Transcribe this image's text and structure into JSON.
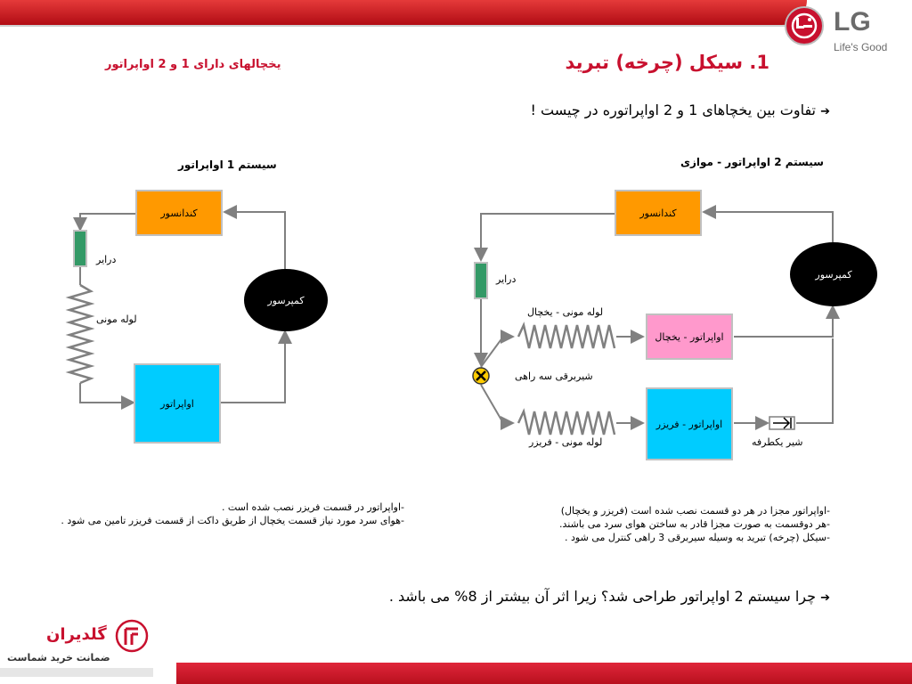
{
  "brand": {
    "name": "LG",
    "tagline": "Life's Good",
    "logo_color": "#c8102e"
  },
  "header": {
    "title": "1.  سیکل (چرخه) تبرید",
    "subtitle": "یخچالهای دارای 1 و 2 اواپراتور"
  },
  "question_top": {
    "bullet": "➔",
    "text": "تفاوت بین یخچاهای 1 و 2 اواپراتوره در چیست !"
  },
  "system1": {
    "title": "سیستم 1 اواپراتور",
    "condenser": "کندانسور",
    "dryer": "درایر",
    "capillary": "لوله مونی",
    "compressor": "کمپرسور",
    "evaporator": "اواپراتور",
    "notes": [
      "-اواپراتور در قسمت فریزر نصب شده است .",
      "-هوای سرد مورد نیاز قسمت یخچال از طریق داکت از قسمت فریزر تامین می شود ."
    ]
  },
  "system2": {
    "title": "سیستم 2 اواپراتور - موازی",
    "condenser": "کندانسور",
    "dryer": "درایر",
    "compressor": "کمپرسور",
    "capillary_fridge": "لوله مونی - یخچال",
    "evap_fridge": "اواپراتور - یخچال",
    "valve_3way": "شیربرقی سه راهی",
    "evap_freezer": "اواپراتور - فریزر",
    "capillary_freezer": "لوله مونی - فریزر",
    "check_valve": "شیر یکطرفه",
    "notes": [
      "-اواپراتور مجزا در هر دو قسمت نصب شده است (فریزر و یخچال)",
      "-هر دوقسمت به صورت مجزا قادر به ساختن هوای سرد می باشند.",
      "-سیکل (چرخه) تبرید به وسیله سیربرقی 3 راهی کنترل می شود ."
    ]
  },
  "question_bottom": {
    "bullet": "➔",
    "text": "چرا سیستم 2 اواپراتور طراحی شد؟ زیرا اثر آن بیشتر از 8% می باشد ."
  },
  "footer_logo": {
    "name": "گلدیران",
    "slogan": "ضمانت خرید شماست"
  },
  "colors": {
    "condenser": "#ff9900",
    "evaporator": "#00ccff",
    "evap_fridge": "#ff99cc",
    "dryer": "#339966",
    "pipe": "#808080",
    "accent_red": "#c8102e"
  }
}
